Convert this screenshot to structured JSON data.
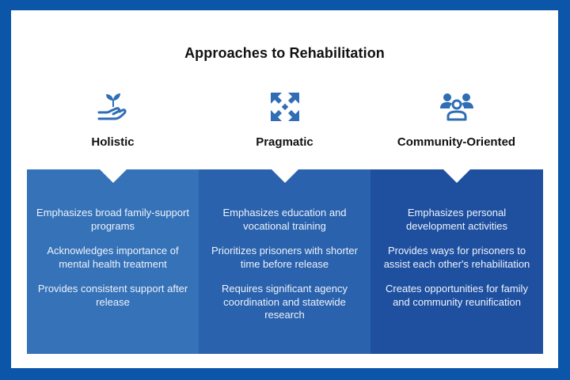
{
  "title": "Approaches to Rehabilitation",
  "colors": {
    "border": "#0b56a9",
    "icon": "#2f6db5",
    "column_1": "#3572b8",
    "column_2": "#2a62ad",
    "column_3": "#1f50a0"
  },
  "approaches": [
    {
      "name": "Holistic",
      "icon": "hand-with-sprout-icon",
      "points": [
        "Emphasizes broad family-support programs",
        "Acknowledges importance of mental health treatment",
        "Provides consistent support after release"
      ]
    },
    {
      "name": "Pragmatic",
      "icon": "arrows-expand-icon",
      "points": [
        "Emphasizes education and vocational training",
        "Prioritizes prisoners with shorter time before release",
        "Requires significant agency coordination and statewide research"
      ]
    },
    {
      "name": "Community-Oriented",
      "icon": "community-group-icon",
      "points": [
        "Emphasizes personal development activities",
        "Provides ways for prisoners to assist each other's rehabilitation",
        "Creates opportunities for family and community reunification"
      ]
    }
  ]
}
